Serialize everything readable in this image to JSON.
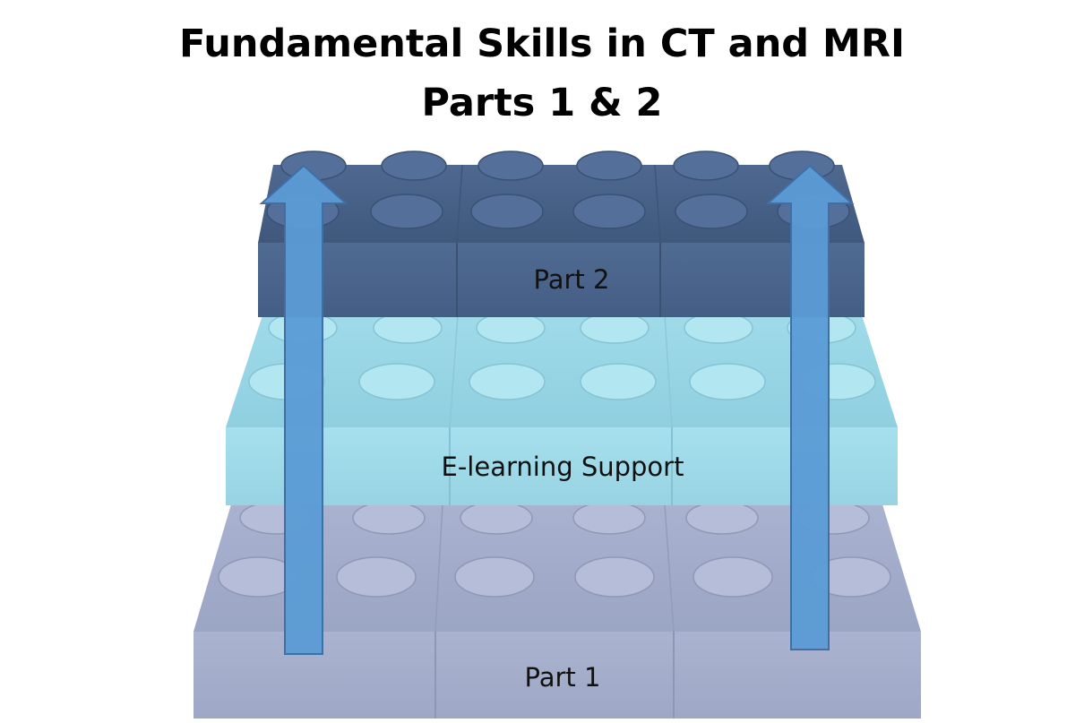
{
  "title": {
    "line1": "Fundamental Skills in CT and MRI",
    "line2": "Parts 1 & 2"
  },
  "layers": [
    {
      "label": "Part 2",
      "color": "#4b6489"
    },
    {
      "label": "E-learning Support",
      "color": "#a2dceb"
    },
    {
      "label": "Part 1",
      "color": "#a7b0cc"
    }
  ],
  "arrows": {
    "color": "#5b9bd5",
    "count": 2
  }
}
